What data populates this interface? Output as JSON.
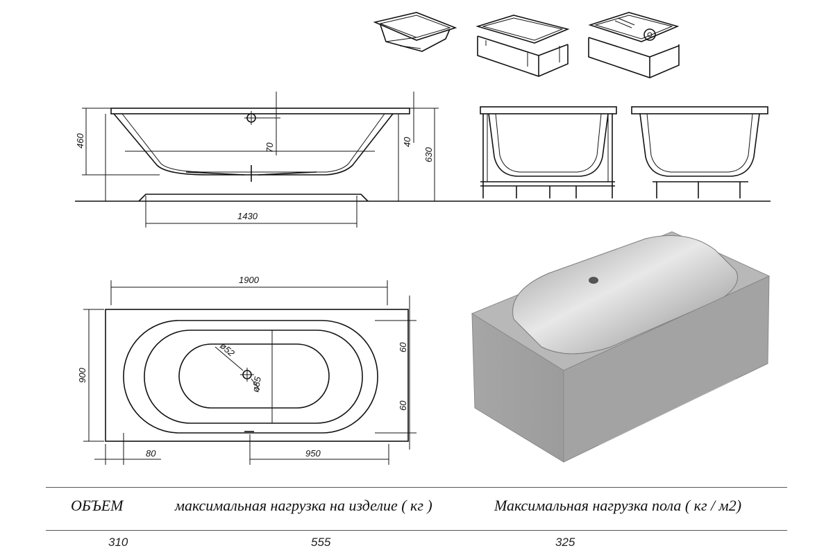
{
  "dims": {
    "height_total": "460",
    "overflow_drop": "70",
    "rim": "40",
    "height_full": "630",
    "bottom_length": "1430",
    "length": "1900",
    "width": "900",
    "side_top": "60",
    "side_bottom": "60",
    "edge_offset": "80",
    "drain_offset": "950",
    "overflow_diam": "ø52",
    "drain_diam": "ø85"
  },
  "specs": {
    "headers": [
      "ОБЪЕМ",
      "максимальная нагрузка на изделие ( кг )",
      "Максимальная нагрузка пола ( кг / м2)"
    ],
    "values": [
      "310",
      "555",
      "325"
    ]
  },
  "colors": {
    "line": "#111111",
    "render_body": "#a9a9a9"
  }
}
